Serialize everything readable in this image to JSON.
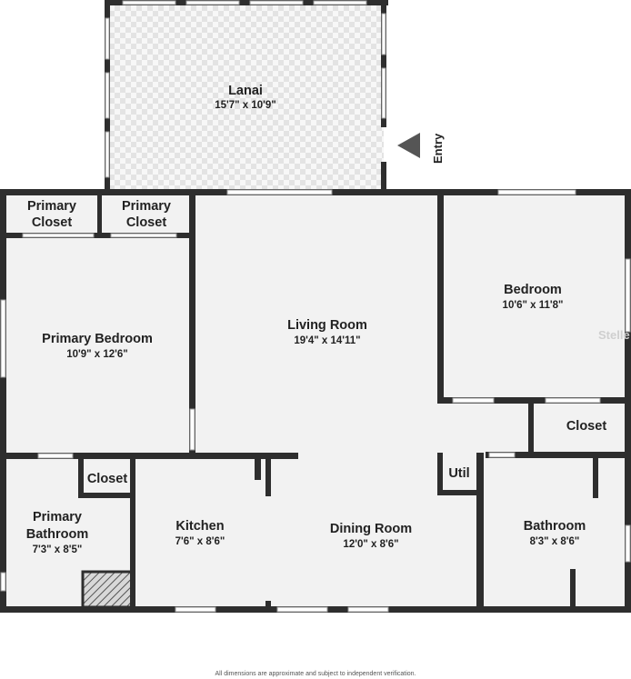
{
  "colors": {
    "wall": "#2e2e2e",
    "floor": "#f2f2f2",
    "lanai_check": "#e2e2e2",
    "window": "#ffffff"
  },
  "rooms": {
    "lanai": {
      "name": "Lanai",
      "dim": "15'7\" x 10'9\""
    },
    "primary_closet_1": {
      "name_line1": "Primary",
      "name_line2": "Closet"
    },
    "primary_closet_2": {
      "name_line1": "Primary",
      "name_line2": "Closet"
    },
    "primary_bedroom": {
      "name": "Primary Bedroom",
      "dim": "10'9\" x 12'6\""
    },
    "living_room": {
      "name": "Living Room",
      "dim": "19'4\" x 14'11\""
    },
    "bedroom": {
      "name": "Bedroom",
      "dim": "10'6\" x 11'8\""
    },
    "closet_right": {
      "name": "Closet"
    },
    "closet_bath": {
      "name": "Closet"
    },
    "util": {
      "name": "Util"
    },
    "primary_bathroom": {
      "name_line1": "Primary",
      "name_line2": "Bathroom",
      "dim": "7'3\" x 8'5\""
    },
    "kitchen": {
      "name": "Kitchen",
      "dim": "7'6\" x 8'6\""
    },
    "dining_room": {
      "name": "Dining Room",
      "dim": "12'0\" x 8'6\""
    },
    "bathroom": {
      "name": "Bathroom",
      "dim": "8'3\" x 8'6\""
    }
  },
  "entry": {
    "label": "Entry",
    "icon": "triangle-arrow-icon"
  },
  "watermark": "Stelle",
  "disclaimer": "All dimensions are approximate and subject to independent verification."
}
